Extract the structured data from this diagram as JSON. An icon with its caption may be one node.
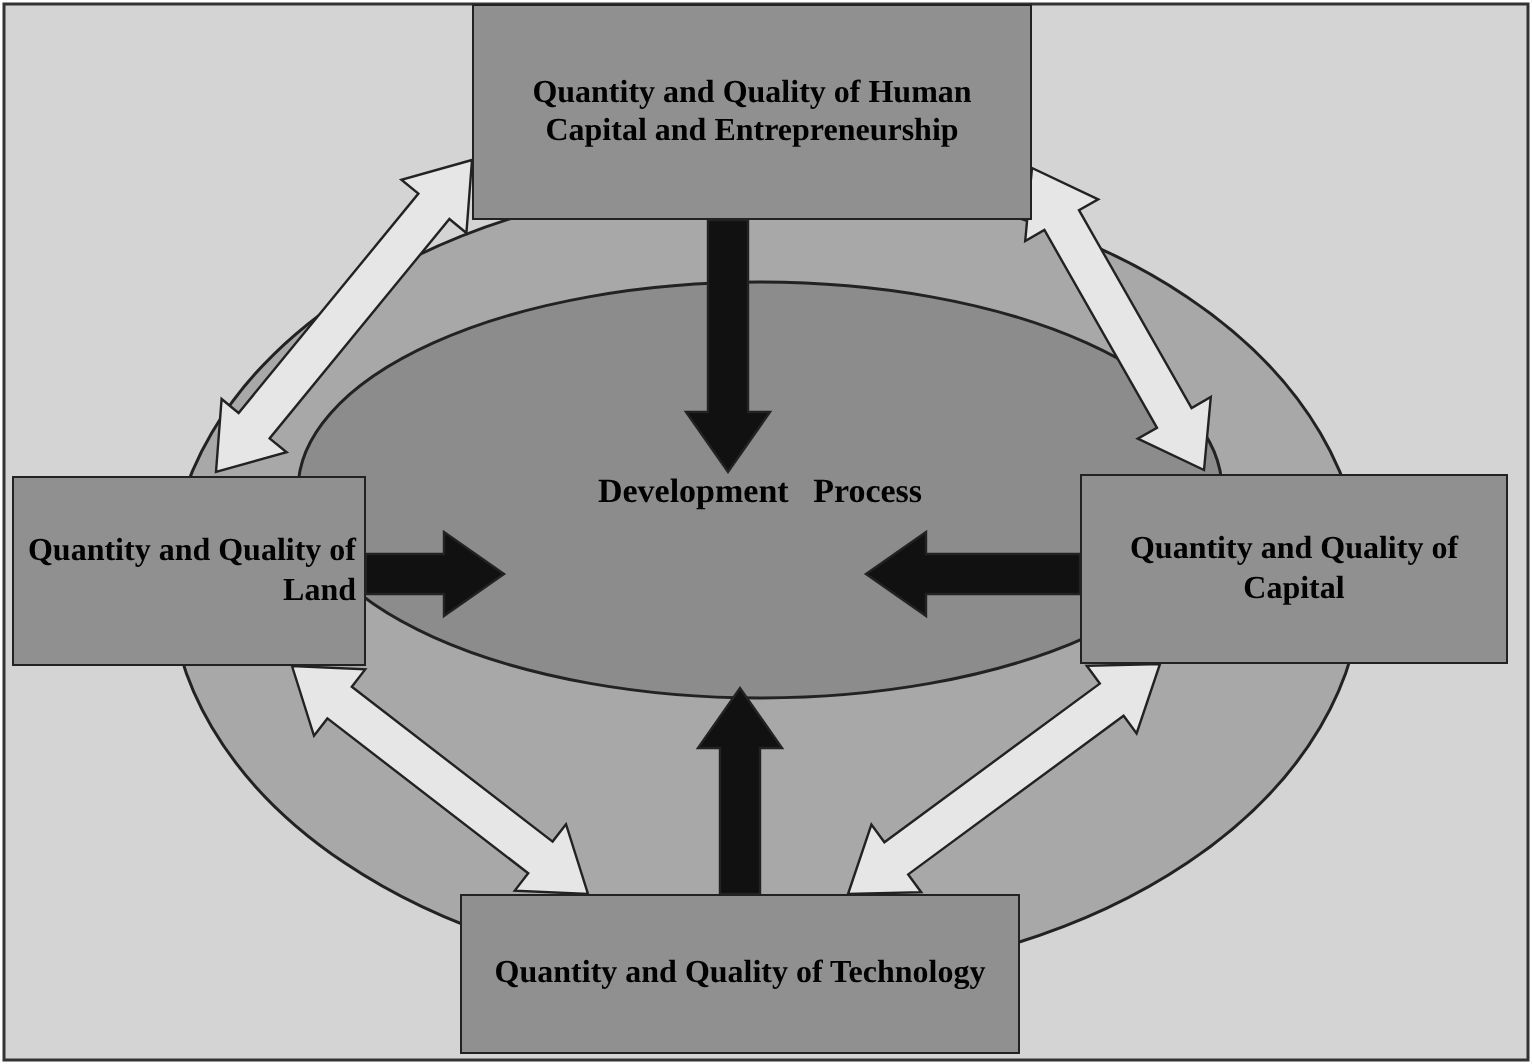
{
  "diagram": {
    "nodes": [
      {
        "text": [
          "Quantity and Quality of Human Capital and Entrepreneurship"
        ]
      },
      {
        "text": [
          "Quantity and Quality of Land"
        ]
      },
      {
        "text": [
          "Development Process"
        ]
      },
      {
        "text": [
          "Quantity and Quality of Capital"
        ]
      },
      {
        "text": [
          "Quantity and Quality of Technology"
        ]
      }
    ],
    "edges": [
      {
        "from": 0,
        "to": 2,
        "arrow": "to",
        "style": "thick"
      },
      {
        "from": 1,
        "to": 2,
        "arrow": "to",
        "style": "thick"
      },
      {
        "from": 3,
        "to": 2,
        "arrow": "to",
        "style": "thick"
      },
      {
        "from": 4,
        "to": 2,
        "arrow": "to",
        "style": "thick"
      },
      {
        "from": 0,
        "to": 1,
        "arrow": "both",
        "style": "thick",
        "color": "#e6e6e6"
      },
      {
        "from": 0,
        "to": 3,
        "arrow": "both",
        "style": "thick",
        "color": "#e6e6e6"
      },
      {
        "from": 1,
        "to": 4,
        "arrow": "both",
        "style": "thick",
        "color": "#e6e6e6"
      },
      {
        "from": 3,
        "to": 4,
        "arrow": "both",
        "style": "thick",
        "color": "#e6e6e6"
      }
    ]
  }
}
